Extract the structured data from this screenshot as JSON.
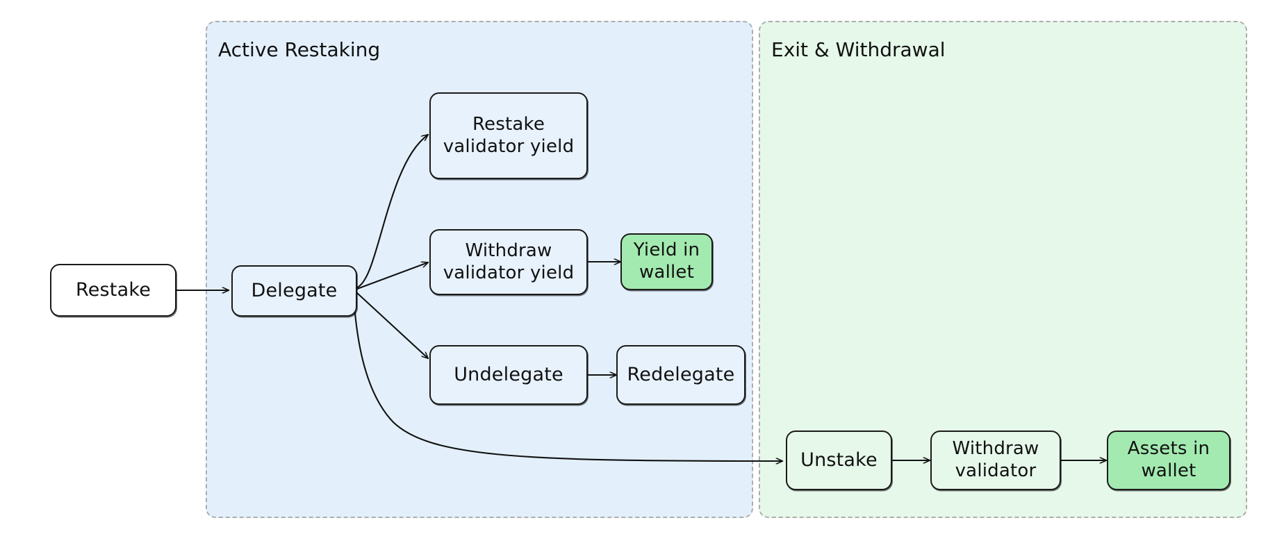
{
  "diagram": {
    "type": "flowchart",
    "direction": "left-to-right",
    "title_visible": false,
    "background_color": "#ffffff"
  },
  "subgraphs": [
    {
      "id": "active-restaking",
      "label": "Active Restaking",
      "fill": "#e3f0fc",
      "border": "#adadad",
      "border_style": "dashed"
    },
    {
      "id": "exit-withdrawal",
      "label": "Exit & Withdrawal",
      "fill": "#e5f8e9",
      "border": "#adadad",
      "border_style": "dashed"
    }
  ],
  "nodes": [
    {
      "id": "restake",
      "label": "Restake",
      "style": "plain",
      "group": "none"
    },
    {
      "id": "delegate",
      "label": "Delegate",
      "style": "on-blue",
      "group": "active-restaking"
    },
    {
      "id": "restake-yield",
      "label": "Restake\nvalidator yield",
      "style": "on-blue",
      "group": "active-restaking"
    },
    {
      "id": "withdraw-yield",
      "label": "Withdraw\nvalidator yield",
      "style": "on-blue",
      "group": "active-restaking"
    },
    {
      "id": "yield-in-wallet",
      "label": "Yield in\nwallet",
      "style": "accent-green",
      "group": "active-restaking"
    },
    {
      "id": "undelegate",
      "label": "Undelegate",
      "style": "on-blue",
      "group": "active-restaking"
    },
    {
      "id": "redelegate",
      "label": "Redelegate",
      "style": "on-blue",
      "group": "active-restaking"
    },
    {
      "id": "unstake",
      "label": "Unstake",
      "style": "on-green",
      "group": "exit-withdrawal"
    },
    {
      "id": "withdraw-validator",
      "label": "Withdraw\nvalidator",
      "style": "on-green",
      "group": "exit-withdrawal"
    },
    {
      "id": "assets-in-wallet",
      "label": "Assets in\nwallet",
      "style": "accent-green",
      "group": "exit-withdrawal"
    }
  ],
  "edges": [
    {
      "from": "restake",
      "to": "delegate",
      "label": ""
    },
    {
      "from": "delegate",
      "to": "restake-yield",
      "label": ""
    },
    {
      "from": "delegate",
      "to": "withdraw-yield",
      "label": ""
    },
    {
      "from": "delegate",
      "to": "undelegate",
      "label": ""
    },
    {
      "from": "delegate",
      "to": "unstake",
      "label": ""
    },
    {
      "from": "withdraw-yield",
      "to": "yield-in-wallet",
      "label": ""
    },
    {
      "from": "undelegate",
      "to": "redelegate",
      "label": ""
    },
    {
      "from": "unstake",
      "to": "withdraw-validator",
      "label": ""
    },
    {
      "from": "withdraw-validator",
      "to": "assets-in-wallet",
      "label": ""
    }
  ],
  "colors": {
    "node_stroke": "#1a1a1a",
    "node_fill_plain": "#ffffff",
    "node_fill_on_blue": "#e8f2fd",
    "node_fill_on_green": "#e6f8ea",
    "node_fill_accent_green": "#a3eab0",
    "edge_stroke": "#111111",
    "subgraph_blue": "#e3f0fc",
    "subgraph_green": "#e5f8e9",
    "subgraph_border": "#adadad"
  }
}
